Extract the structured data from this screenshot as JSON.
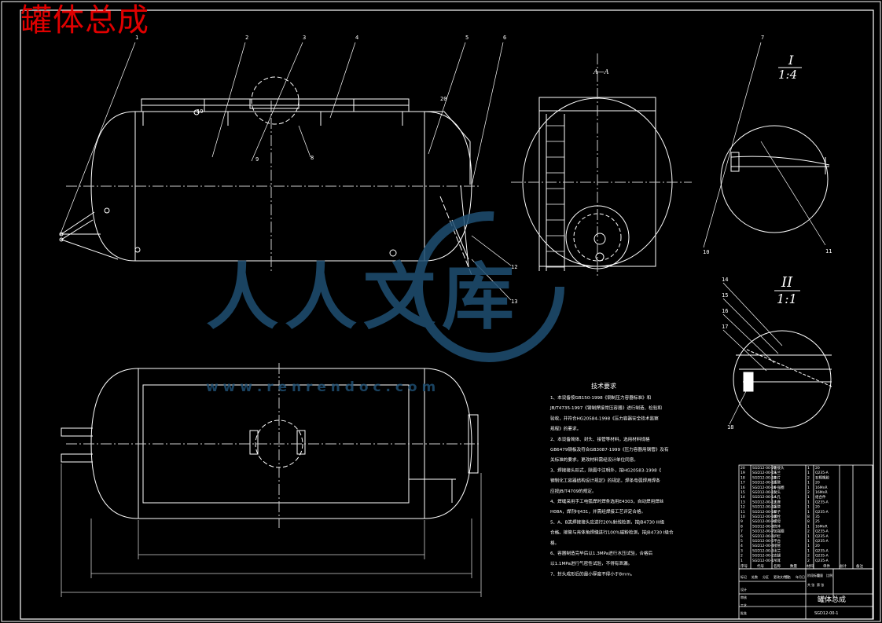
{
  "title": "罐体总成",
  "watermark": {
    "cn": "人人文库",
    "url": "w w w . r e n r e n d o c . c o m",
    "color": "#1f4f73"
  },
  "views": {
    "detail_1": {
      "label": "I",
      "scale": "1:4"
    },
    "detail_2": {
      "label": "II",
      "scale": "1:1"
    },
    "section": "A—A"
  },
  "balloons": [
    "1",
    "2",
    "3",
    "4",
    "5",
    "6",
    "7",
    "8",
    "9",
    "10",
    "11",
    "12",
    "13",
    "14",
    "15",
    "16",
    "17",
    "18",
    "19",
    "20"
  ],
  "tech": {
    "heading": "技术要求",
    "lines": [
      "1、本设备按GB150-1998《钢制压力容器标准》和",
      "JB/T4735-1997《钢制焊接常压容器》进行制造、检验和",
      "验收，并符合HG20584-1998《压力容器安全技术监察",
      "规程》的要求。",
      "2、本设备简体、封头、接管等材料，选用材料规格",
      "GB6479钢板及符合GB3087-1999《压力容器用钢管》及有",
      "关标准的要求。更改材料需经设计单位同意。",
      "3、焊接接头形式，除图中注明外，按HG20583-1998《",
      "钢制化工容器结构设计规定》的规定。焊条电弧焊用焊条",
      "应按JB/T4709的规定。",
      "4、焊缝采用手工电弧焊时焊条选用E4303，自动焊用焊丝",
      "H08A，焊剂HJ431，并需经焊接工艺评定合格。",
      "5、A、B类焊接接头应进行20%射线检测，按JB4730 III级",
      "合格。接管与壳体角焊缝进行100%磁粉检测，按JB4730 I级合",
      "格。",
      "6、容器制造完毕后以1.3MPa进行水压试验，合格后",
      "以1.1MPa进行气密性试验，不得有泄漏。",
      "7、封头成形后的最小厚度不得小于8mm。"
    ]
  },
  "title_block": {
    "name": "罐体总成",
    "drawing_no": "SGD12-00-1",
    "headers": [
      "序号",
      "代号",
      "名称",
      "数量",
      "材料",
      "单件",
      "总计",
      "备注"
    ],
    "parts": [
      [
        "20",
        "SGD12-00-20",
        "管接头",
        "1",
        "20",
        ""
      ],
      [
        "19",
        "SGD12-00-19",
        "法兰",
        "1",
        "Q235-A",
        ""
      ],
      [
        "18",
        "SGD12-00-18",
        "垫片",
        "2",
        "石棉橡胶",
        ""
      ],
      [
        "17",
        "SGD12-00-17",
        "接管",
        "1",
        "20",
        ""
      ],
      [
        "16",
        "SGD12-00-16",
        "补强圈",
        "1",
        "16MnR",
        ""
      ],
      [
        "15",
        "SGD12-00-15",
        "封头",
        "2",
        "16MnR",
        ""
      ],
      [
        "14",
        "SGD12-00-14",
        "人孔",
        "1",
        "组合件",
        ""
      ],
      [
        "13",
        "SGD12-00-13",
        "支座",
        "1",
        "Q235-A",
        ""
      ],
      [
        "12",
        "SGD12-00-12",
        "接管",
        "1",
        "20",
        ""
      ],
      [
        "11",
        "SGD12-00-11",
        "梯子",
        "1",
        "Q235-A",
        ""
      ],
      [
        "10",
        "SGD12-00-10",
        "螺栓",
        "8",
        "35",
        ""
      ],
      [
        "9",
        "SGD12-00-9",
        "螺母",
        "8",
        "25",
        ""
      ],
      [
        "8",
        "SGD12-00-8",
        "筒体",
        "1",
        "16MnR",
        ""
      ],
      [
        "7",
        "SGD12-00-7",
        "加强圈",
        "2",
        "Q235-A",
        ""
      ],
      [
        "6",
        "SGD12-00-6",
        "护栏",
        "1",
        "Q235-A",
        ""
      ],
      [
        "5",
        "SGD12-00-5",
        "平台",
        "1",
        "Q235-A",
        ""
      ],
      [
        "4",
        "SGD12-00-4",
        "接管",
        "1",
        "20",
        ""
      ],
      [
        "3",
        "SGD12-00-3",
        "法兰",
        "1",
        "Q235-A",
        ""
      ],
      [
        "2",
        "SGD12-00-2",
        "支腿",
        "2",
        "Q235-A",
        ""
      ],
      [
        "1",
        "SGD12-00-1",
        "吊耳",
        "2",
        "Q235-A",
        ""
      ]
    ],
    "rows": [
      "标记",
      "处数",
      "分区",
      "更改文件号",
      "签名",
      "年月日"
    ],
    "roles": [
      "设计",
      "审核",
      "工艺",
      "批准"
    ],
    "misc": [
      "阶段标记",
      "重量",
      "比例",
      "共 张",
      "第 张"
    ]
  },
  "colors": {
    "line": "#ffffff",
    "dim": "#cfcfcf",
    "accent": "#e00000",
    "marker": "#ffffff"
  }
}
